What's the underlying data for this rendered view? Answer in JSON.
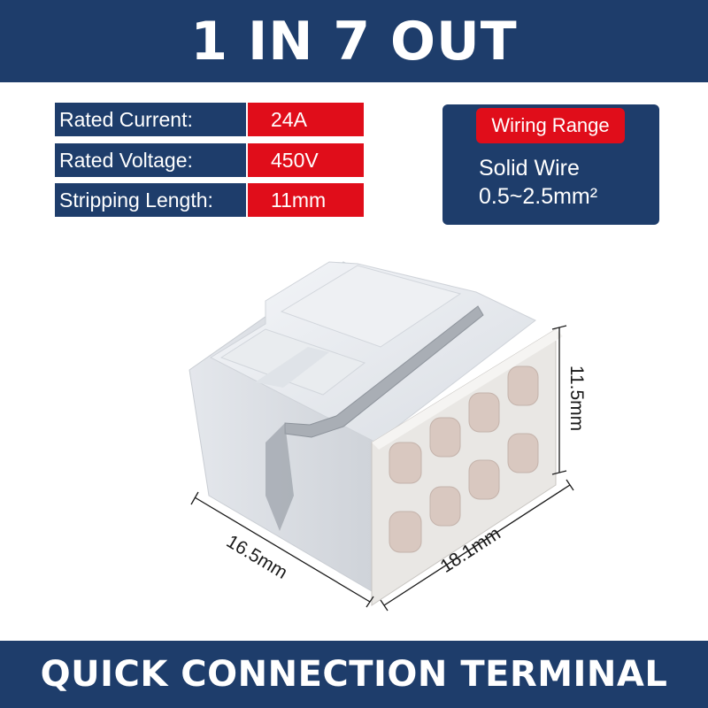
{
  "header": {
    "title": "1 IN 7 OUT"
  },
  "specs": [
    {
      "label": "Rated Current:",
      "value": "24A"
    },
    {
      "label": "Rated Voltage:",
      "value": "450V"
    },
    {
      "label": "Stripping Length:",
      "value": "11mm"
    }
  ],
  "wiring": {
    "title": "Wiring Range",
    "line1": "Solid Wire",
    "line2": "0.5~2.5mm²"
  },
  "dimensions": {
    "height": "11.5mm",
    "depth": "16.5mm",
    "width": "18.1mm"
  },
  "footer": {
    "title": "QUICK CONNECTION TERMINAL"
  },
  "colors": {
    "navy": "#1e3d6b",
    "red": "#e00d1a"
  }
}
